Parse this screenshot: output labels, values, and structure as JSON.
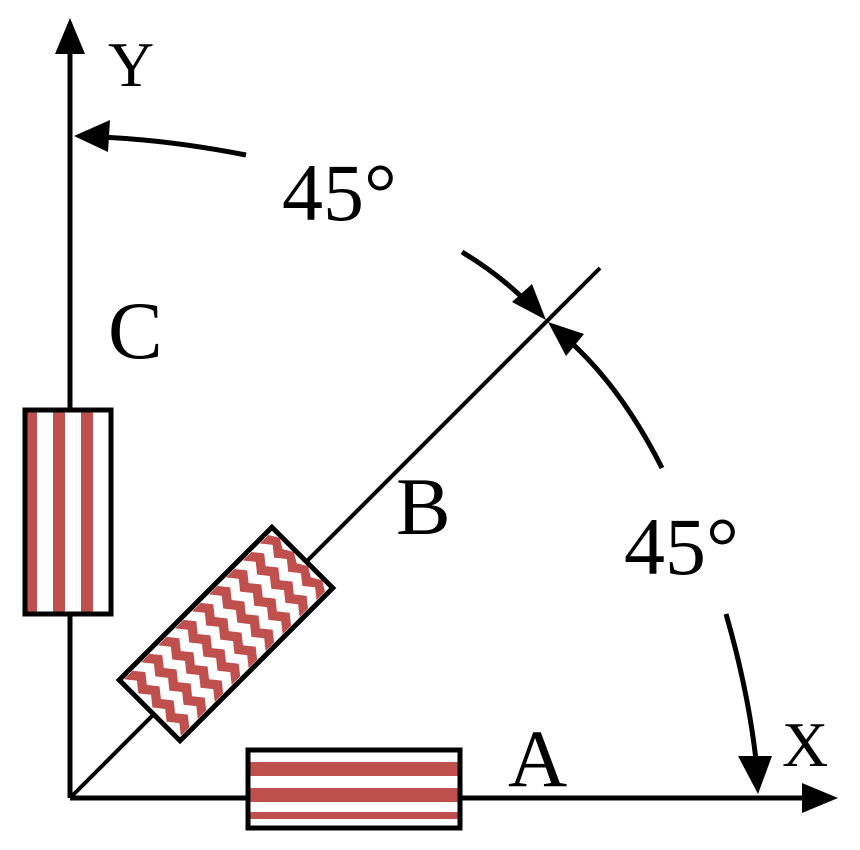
{
  "axes": {
    "x_label": "X",
    "y_label": "Y"
  },
  "gauges": {
    "a_label": "A",
    "b_label": "B",
    "c_label": "C"
  },
  "angles": {
    "upper_label": "45°",
    "lower_label": "45°"
  },
  "colors": {
    "stripe": "#c0504d",
    "line": "#000000",
    "background": "#ffffff"
  }
}
